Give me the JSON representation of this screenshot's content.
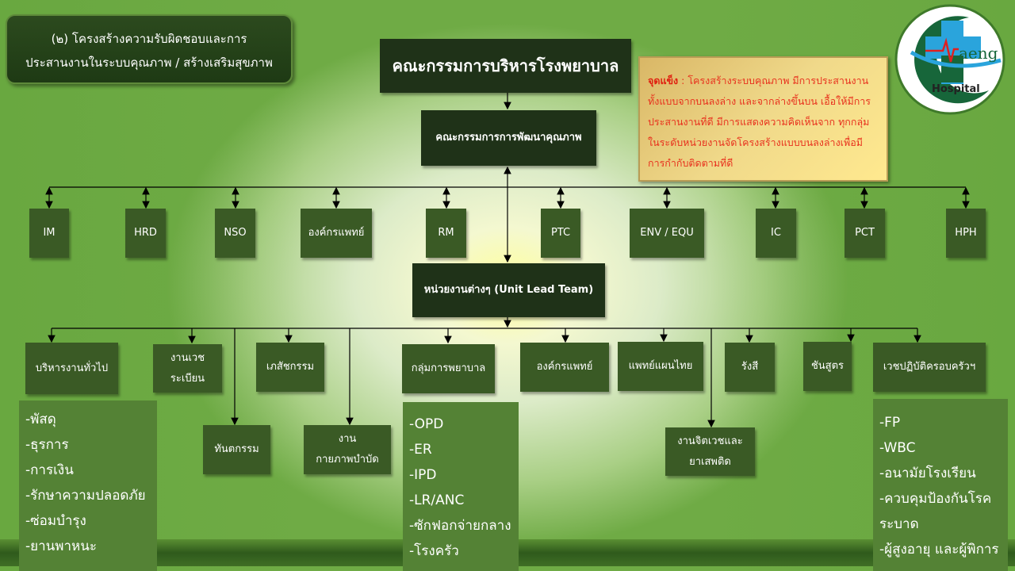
{
  "title": {
    "line1": "(๒) โครงสร้างความรับผิดชอบและการ",
    "line2": "ประสานงานในระบบคุณภาพ / สร้างเสริมสุขภาพ"
  },
  "top_committee": "คณะกรรมการบริหารโรงพยาบาล",
  "quality_committee": "คณะกรรมการการพัฒนาคุณภาพ",
  "strength": {
    "label": "จุดแข็ง",
    "text": " : โครงสร้างระบบคุณภาพ มีการประสานงานทั้งแบบจากบนลงล่าง และจากล่างขึ้นบน เอื้อให้มีการประสานงานที่ดี มีการแสดงความคิดเห็นจาก ทุกกลุ่มในระดับหน่วยงานจัดโครงสร้างแบบบนลงล่างเพื่อมีการกำกับติดตามที่ดี"
  },
  "logo": {
    "text": "Waeng",
    "subtext": "Hospital"
  },
  "teams": [
    "IM",
    "HRD",
    "NSO",
    "องค์กรแพทย์",
    "RM",
    "PTC",
    "ENV / EQU",
    "IC",
    "PCT",
    "HPH"
  ],
  "unit_lead": "หน่วยงานต่างๆ (Unit Lead Team)",
  "units": [
    "บริหารงานทั่วไป",
    "งานเวช\nระเบียน",
    "เภสัชกรรม",
    "กลุ่มการพยาบาล",
    "องค์กรแพทย์",
    "แพทย์แผนไทย",
    "รังสี",
    "ชันสูตร",
    "เวชปฏิบัติครอบครัวฯ"
  ],
  "sub_units": [
    "ทันตกรรม",
    "งาน\nกายภาพบำบัด",
    "งานจิตเวชและ\nยาเสพติด"
  ],
  "lists": {
    "admin": [
      "-พัสดุ",
      "-ธุรการ",
      "-การเงิน",
      "-รักษาความปลอดภัย",
      "-ซ่อมบำรุง",
      "-ยานพาหนะ"
    ],
    "nursing": [
      "-OPD",
      "-ER",
      "-IPD",
      "-LR/ANC",
      "-ซักฟอกจ่ายกลาง",
      "-โรงครัว"
    ],
    "family": [
      "-FP",
      "-WBC",
      "-อนามัยโรงเรียน",
      "-ควบคุมป้องกันโรค",
      "ระบาด",
      "-ผู้สูงอายุ และผู้พิการ"
    ]
  }
}
